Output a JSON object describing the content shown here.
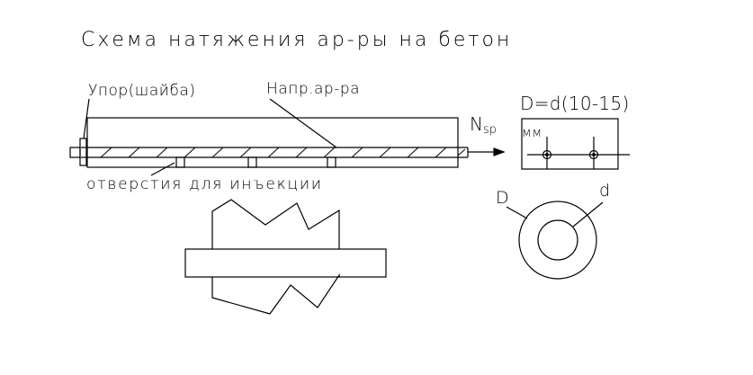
{
  "diagram": {
    "title": "Схема натяжения ар-ры на бетон",
    "labels": {
      "stop": "Упор(шайба)",
      "rebar": "Напр.ар-ра",
      "holes": "отверстия для инъекции",
      "force_symbol": "N",
      "force_subscript": "sp",
      "diameter_formula": "D=d(10-15)",
      "units": "мм",
      "outer_diameter": "D",
      "inner_diameter": "d"
    },
    "line_color": "#000000",
    "background": "#ffffff"
  }
}
